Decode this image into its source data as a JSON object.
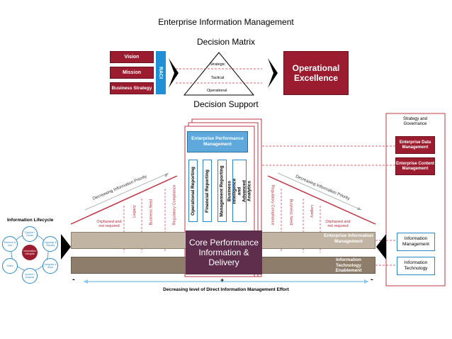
{
  "title": "Enterprise Information Management",
  "decision_matrix": "Decision Matrix",
  "decision_support": "Decision Support",
  "left_boxes": [
    "Vision",
    "Mission",
    "Business Strategy"
  ],
  "raci": "RACI",
  "pyramid": [
    "Strategic",
    "Tactical",
    "Operational"
  ],
  "operational_excellence": "Operational Excellence",
  "epm": "Enterprise Performance Management",
  "columns": [
    "Operational Reporting",
    "Financial Reporting",
    "Management Reporting",
    "Business Intelligence and Advanced Analytics"
  ],
  "priority_label": "Decreasing Information Priority",
  "left_red_labels": [
    "Orphaned and not required",
    "Legacy",
    "Business Need",
    "Regulatory Compliance"
  ],
  "right_red_labels": [
    "Regulatory Compliance",
    "Business Need",
    "Legacy",
    "Orphaned and not required"
  ],
  "core": "Core Performance Information & Delivery",
  "band_labels": [
    "Enterprise Information Management",
    "Information Technology Enablement"
  ],
  "right_panel": {
    "heading": "Strategy and Governance",
    "red_boxes": [
      "Enterprise Data Management",
      "Enterprise Content Management"
    ],
    "blue_boxes": [
      "Information Management",
      "Information Technology"
    ]
  },
  "lifecycle": {
    "title": "Information Lifecycle",
    "center": "Information Lifecycle",
    "nodes": [
      "Capture / Create",
      "Organise & Classify",
      "Integrate & Store",
      "Archive / Dispose",
      "Share",
      "Retrieve & Use"
    ]
  },
  "minus": "-",
  "plus": "+",
  "effort_label": "Decreasing level of Direct Information Management Effort",
  "colors": {
    "red": "#9b1c2e",
    "blue": "#1f8fd6",
    "core": "#5e2e4c",
    "band_light": "#c2b4a2",
    "band_dark": "#8e7d6b"
  }
}
